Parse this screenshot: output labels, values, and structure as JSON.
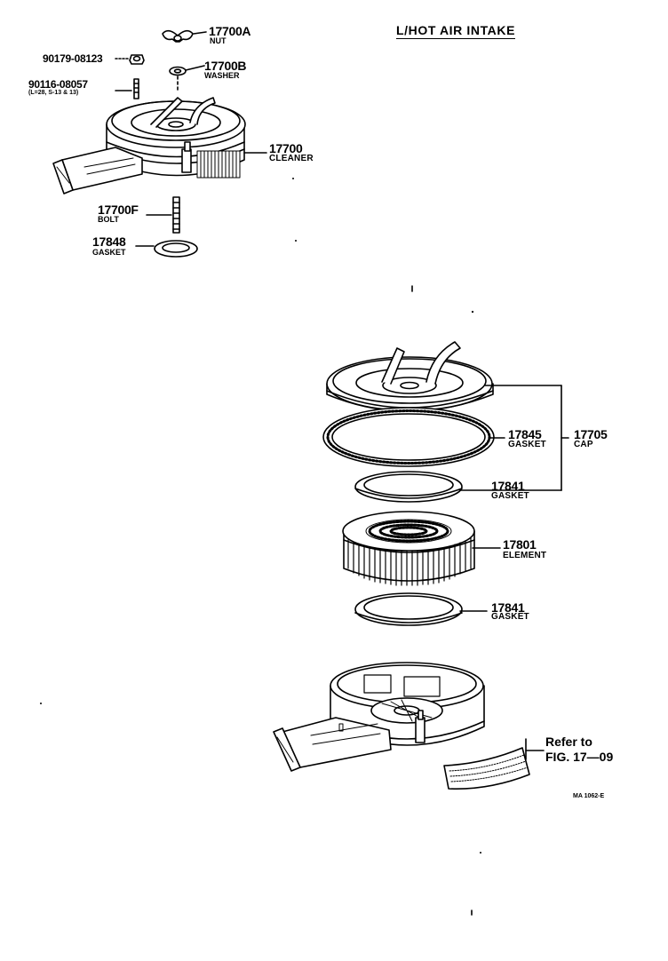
{
  "title": "L/HOT AIR INTAKE",
  "parts": {
    "p17700A": {
      "number": "17700A",
      "name": "NUT"
    },
    "p90179": {
      "number": "90179-08123"
    },
    "p17700B": {
      "number": "17700B",
      "name": "WASHER"
    },
    "p90116": {
      "number": "90116-08057",
      "note": "(L=28, S-13 & 13)"
    },
    "p17700": {
      "number": "17700",
      "name": "CLEANER"
    },
    "p17700F": {
      "number": "17700F",
      "name": "BOLT"
    },
    "p17848": {
      "number": "17848",
      "name": "GASKET"
    },
    "p17845": {
      "number": "17845",
      "name": "GASKET"
    },
    "p17705": {
      "number": "17705",
      "name": "CAP"
    },
    "p17841a": {
      "number": "17841",
      "name": "GASKET"
    },
    "p17801": {
      "number": "17801",
      "name": "ELEMENT"
    },
    "p17841b": {
      "number": "17841",
      "name": "GASKET"
    }
  },
  "reference": {
    "line1": "Refer to",
    "line2": "FIG. 17—09"
  },
  "figure_code": "MA 1062-E"
}
